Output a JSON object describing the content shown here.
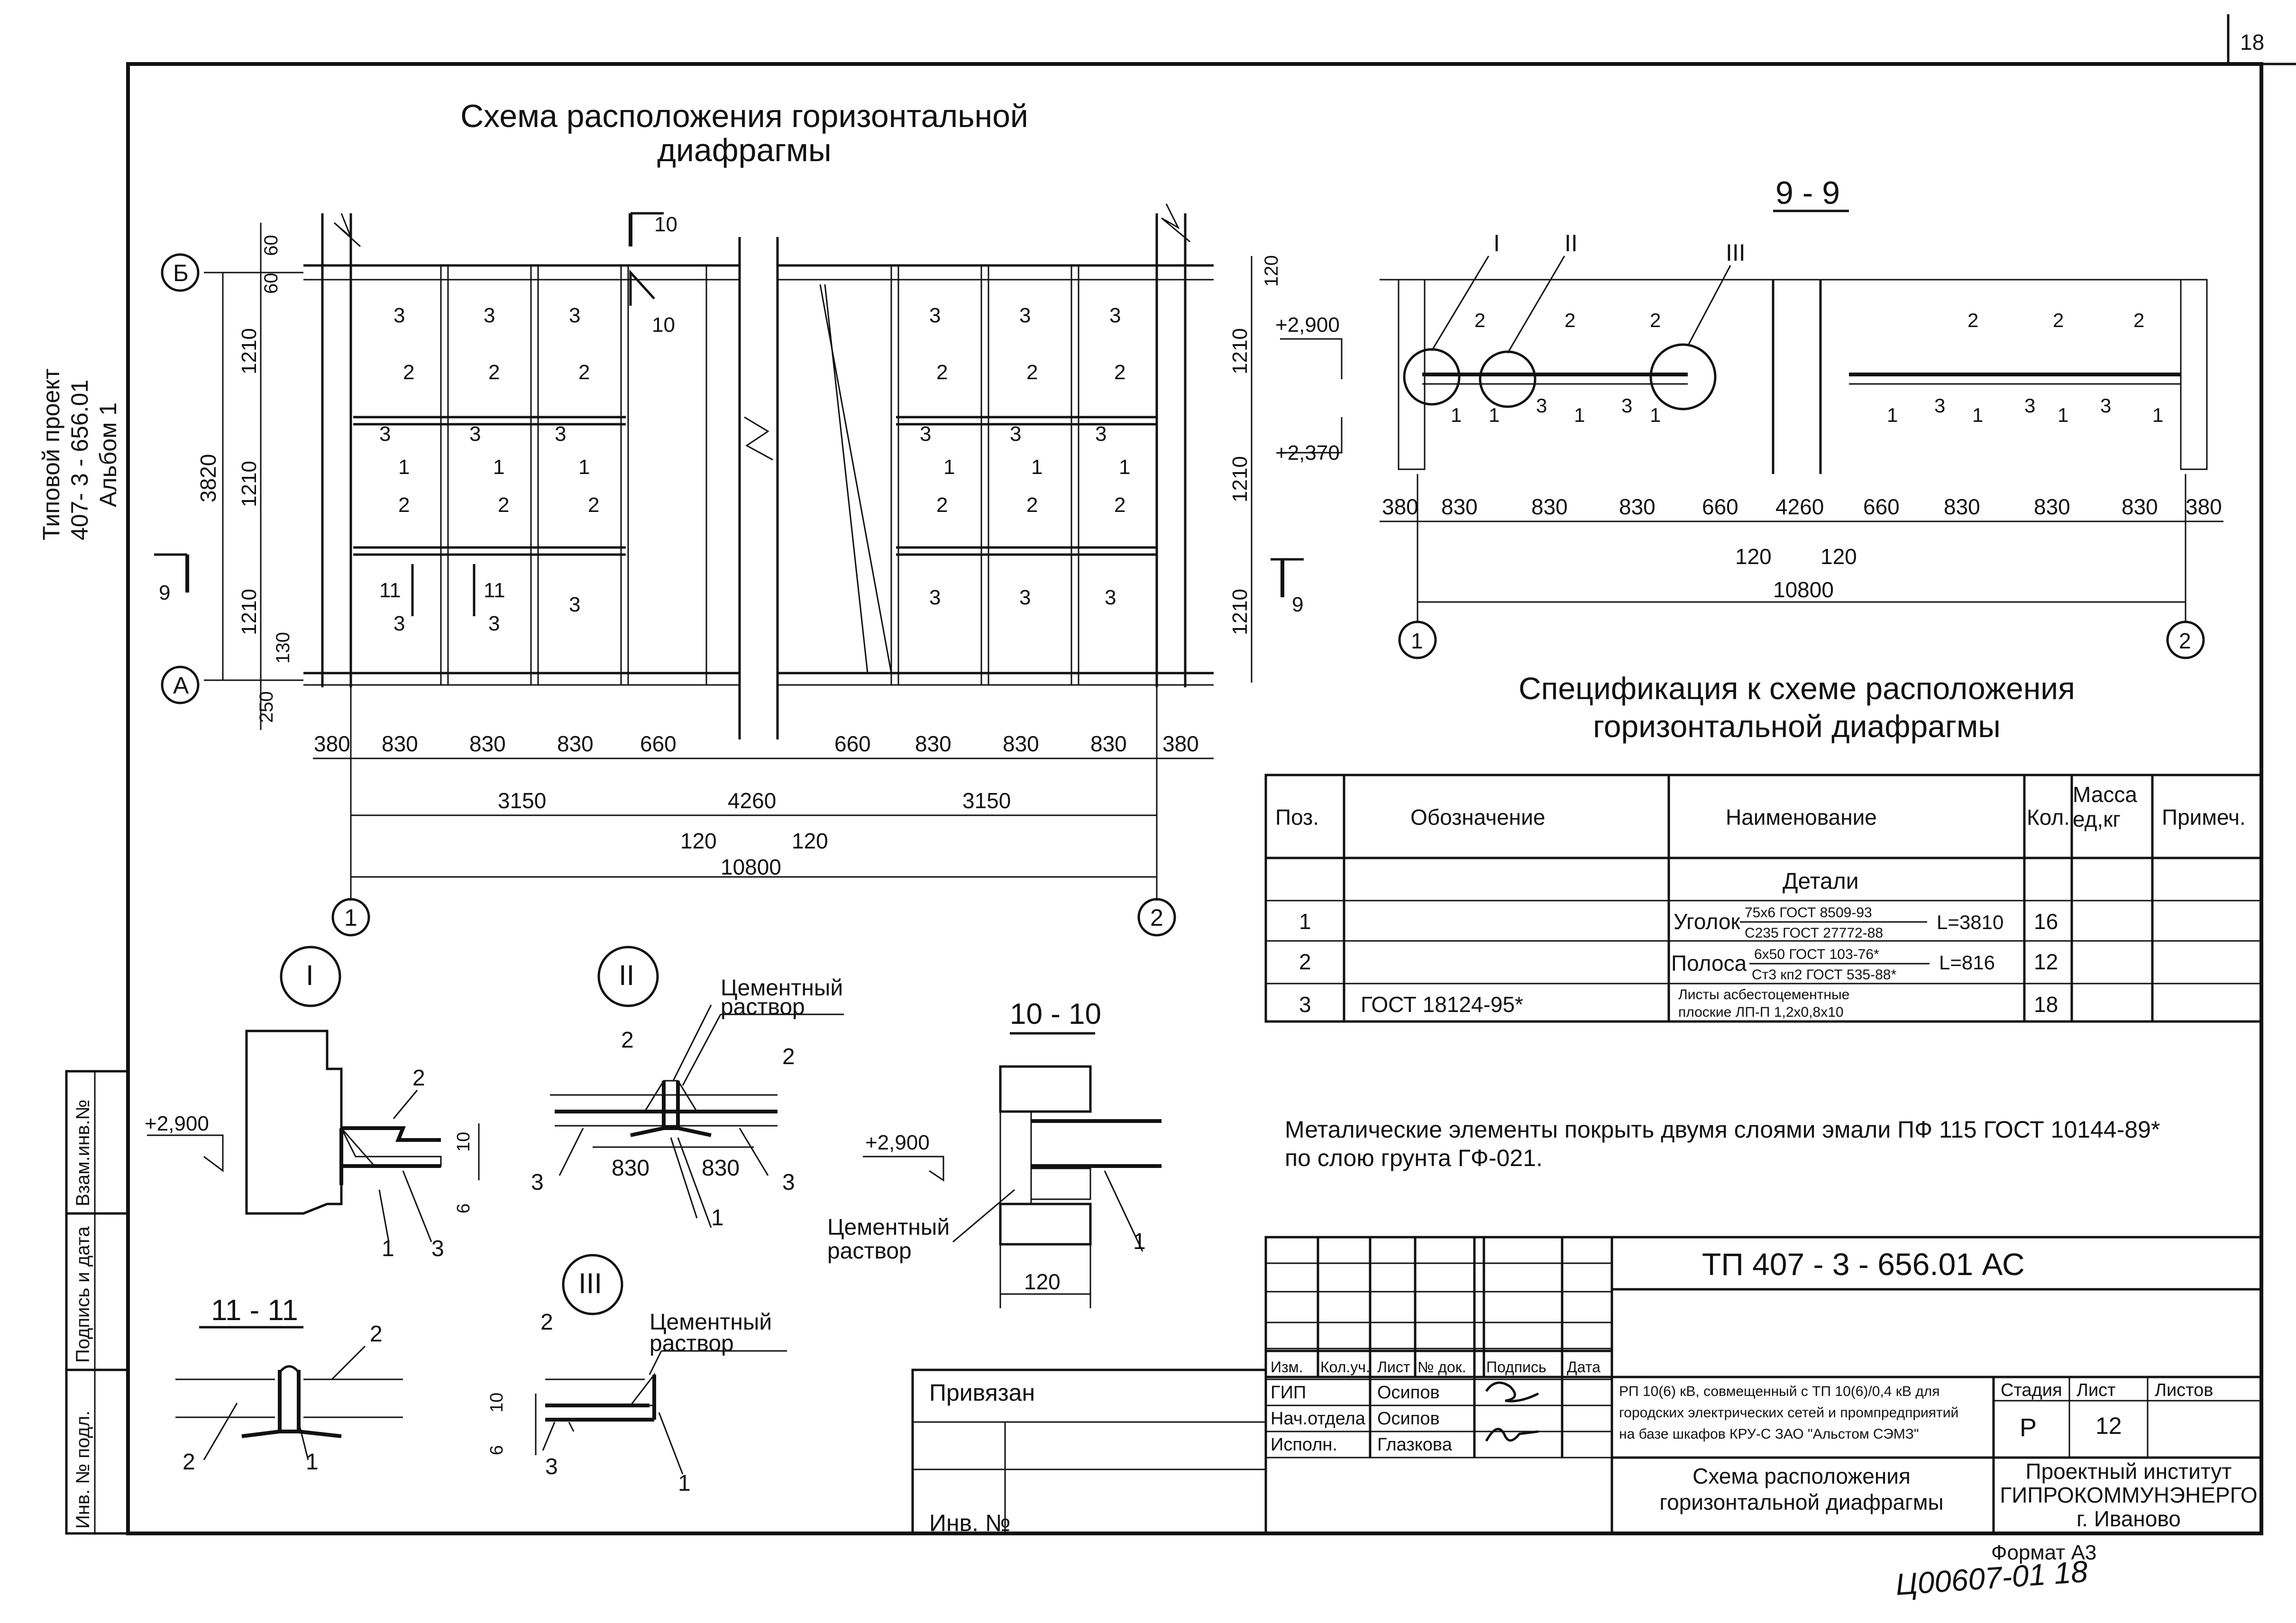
{
  "sheet": {
    "page_number": "18",
    "side_stamp": [
      "Типовой проект",
      "407- 3 - 656.01",
      "Альбом 1"
    ],
    "margin_labels": [
      "Инв. № подл.",
      "Подпись и дата",
      "Взам.инв.№"
    ],
    "format": "Формат А3",
    "handwritten_note": "Ц00607-01   18"
  },
  "plan": {
    "title_line1": "Схема расположения горизонтальной",
    "title_line2": "диафрагмы",
    "axis_letters": [
      "Б",
      "А"
    ],
    "axis_numbers": [
      "1",
      "2"
    ],
    "section_marks": [
      "10",
      "10",
      "9",
      "9",
      "11",
      "11"
    ],
    "left_dims": [
      "60",
      "60",
      "1210",
      "1210",
      "1210",
      "130",
      "250"
    ],
    "overall_left": "3820",
    "right_dims": [
      "120",
      "1210",
      "1210",
      "1210"
    ],
    "bottom_dims_left": [
      "380",
      "830",
      "830",
      "830",
      "660"
    ],
    "bottom_dims_right": [
      "660",
      "830",
      "830",
      "830",
      "380"
    ],
    "span_dims": [
      "3150",
      "4260",
      "3150"
    ],
    "small_dims": [
      "120",
      "120"
    ],
    "overall_bottom": "10800",
    "panel_labels": [
      "3",
      "2",
      "1"
    ]
  },
  "section99": {
    "title": "9 - 9",
    "callouts": [
      "I",
      "II",
      "III"
    ],
    "levels": [
      "+2,900",
      "+2,370"
    ],
    "dims_left": [
      "380",
      "830",
      "830",
      "830",
      "660"
    ],
    "dim_center": "4260",
    "dims_right": [
      "660",
      "830",
      "830",
      "830",
      "380"
    ],
    "small_dims": [
      "120",
      "120"
    ],
    "overall": "10800",
    "axes": [
      "1",
      "2"
    ],
    "labels": [
      "2",
      "1",
      "3"
    ]
  },
  "spec": {
    "title_line1": "Спецификация к схеме расположения",
    "title_line2": "горизонтальной диафрагмы",
    "headers": [
      "Поз.",
      "Обозначение",
      "Наименование",
      "Кол.",
      "Масса ед,кг",
      "Примеч."
    ],
    "group": "Детали",
    "rows": [
      {
        "pos": "1",
        "designation": "",
        "name_a": "Уголок",
        "frac_top": "75х6 ГОСТ 8509-93",
        "frac_bot": "С235 ГОСТ 27772-88",
        "length": "L=3810",
        "qty": "16"
      },
      {
        "pos": "2",
        "designation": "",
        "name_a": "Полоса",
        "frac_top": "6х50 ГОСТ 103-76*",
        "frac_bot": "Ст3 кп2 ГОСТ 535-88*",
        "length": "L=816",
        "qty": "12"
      },
      {
        "pos": "3",
        "designation": "ГОСТ 18124-95*",
        "name_a": "Листы асбестоцементные",
        "name_b": "плоские ЛП-П 1,2х0,8х10",
        "qty": "18"
      }
    ]
  },
  "note": {
    "line1": "Металические элементы покрыть двумя слоями эмали ПФ 115 ГОСТ 10144-89*",
    "line2": "по слою грунта ГФ-021."
  },
  "details": {
    "node1": {
      "label": "I",
      "level": "+2,900",
      "dims": [
        "10",
        "6"
      ],
      "marks": [
        "2",
        "1",
        "3"
      ]
    },
    "node2": {
      "label": "II",
      "mortar": [
        "Цементный",
        "раствор"
      ],
      "dims": [
        "830",
        "830"
      ],
      "marks": [
        "2",
        "2",
        "3",
        "3",
        "1"
      ]
    },
    "node3": {
      "label": "III",
      "mortar": [
        "Цементный",
        "раствор"
      ],
      "dims": [
        "10",
        "6"
      ],
      "marks": [
        "2",
        "3",
        "1"
      ]
    },
    "sec1010": {
      "title": "10 - 10",
      "level": "+2,900",
      "mortar": [
        "Цементный",
        "раствор"
      ],
      "dim": "120",
      "marks": [
        "1"
      ]
    },
    "sec1111": {
      "title": "11 - 11",
      "marks": [
        "2",
        "2",
        "1"
      ]
    }
  },
  "titleblock": {
    "code": "ТП  407 - 3 - 656.01     АС",
    "col_heads": [
      "Изм.",
      "Кол.уч.",
      "Лист",
      "№ док.",
      "Подпись",
      "Дата"
    ],
    "roles": [
      "ГИП",
      "Нач.отдела",
      "Исполн."
    ],
    "names": [
      "Осипов",
      "Осипов",
      "Глазкова"
    ],
    "privyazan": "Привязан",
    "inv": "Инв. №",
    "project": [
      "РП 10(6) кВ, совмещенный с ТП 10(6)/0,4 кВ для",
      "городских электрических сетей  и промпредприятий",
      "на базе шкафов КРУ-С ЗАО \"Альстом СЭМЗ\""
    ],
    "stage_heads": [
      "Стадия",
      "Лист",
      "Листов"
    ],
    "stage": "Р",
    "sheet_no": "12",
    "drawing_name": [
      "Схема  расположения",
      "горизонтальной диафрагмы"
    ],
    "org": [
      "Проектный институт",
      "ГИПРОКОММУНЭНЕРГО",
      "г. Иваново"
    ]
  }
}
